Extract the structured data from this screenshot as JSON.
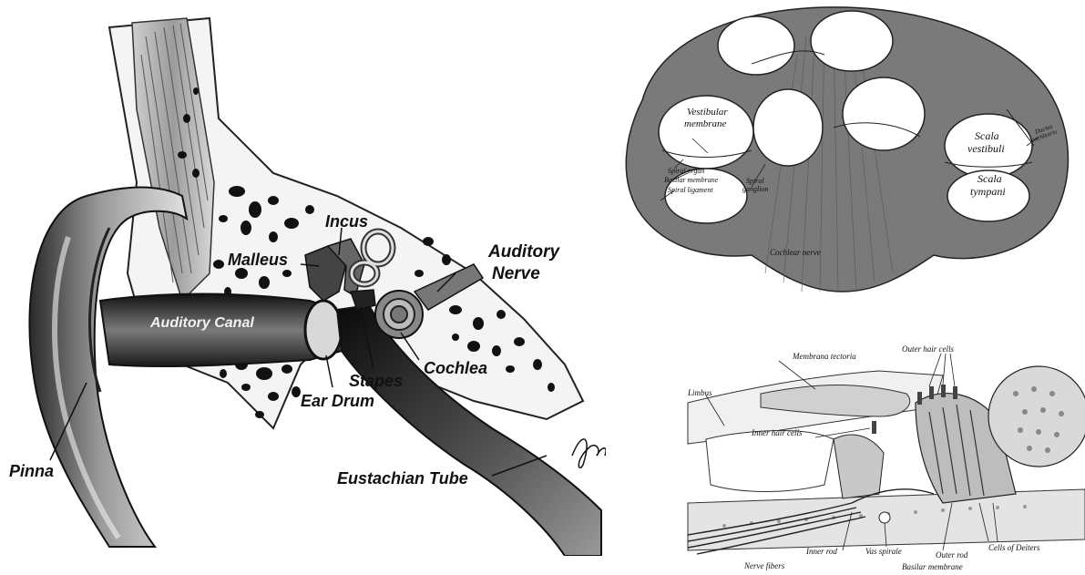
{
  "ear_diagram": {
    "labels": {
      "incus": "Incus",
      "malleus": "Malleus",
      "auditory_nerve_line1": "Auditory",
      "auditory_nerve_line2": "Nerve",
      "auditory_canal": "Auditory Canal",
      "cochlea": "Cochlea",
      "stapes": "Stapes",
      "ear_drum": "Ear Drum",
      "pinna": "Pinna",
      "eustachian_tube": "Eustachian Tube"
    },
    "signature": "Jma"
  },
  "cochlea_section": {
    "labels": {
      "vestibular_membrane_line1": "Vestibular",
      "vestibular_membrane_line2": "membrane",
      "spiral_organ": "Spiral organ",
      "basilar_membrane": "Basilar membrane",
      "spiral_ligament": "Spiral ligament",
      "spiral_ganglion_line1": "Spiral",
      "spiral_ganglion_line2": "ganglion",
      "cochlear_nerve": "Cochlear nerve",
      "scala_vestibuli_line1": "Scala",
      "scala_vestibuli_line2": "vestibuli",
      "scala_tympani_line1": "Scala",
      "scala_tympani_line2": "tympani",
      "ductus_cochlearis_line1": "Ductus",
      "ductus_cochlearis_line2": "cochlearis"
    }
  },
  "organ_of_corti": {
    "labels": {
      "membrana_tectoria": "Membrana tectoria",
      "outer_hair_cells": "Outer hair cells",
      "limbus": "Limbus",
      "inner_hair_cells": "Inner hair cells",
      "inner_rod": "Inner rod",
      "vas_spirale": "Vas spirale",
      "outer_rod": "Outer rod",
      "cells_of_deiters": "Cells of Deiters",
      "nerve_fibers": "Nerve fibers",
      "basilar_membrane": "Basilar membrane"
    }
  }
}
